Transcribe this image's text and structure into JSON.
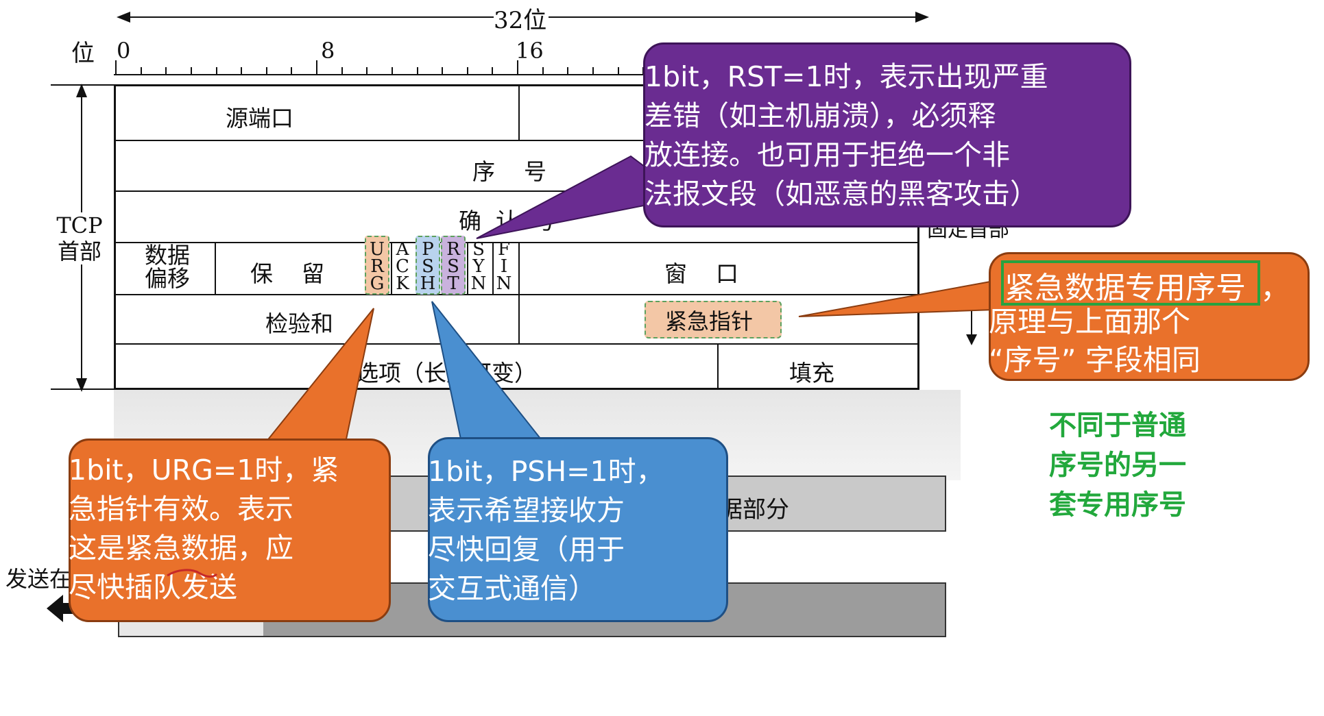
{
  "diagram": {
    "ruler": {
      "bit_label": "位",
      "width_label": "32位",
      "marks": [
        "0",
        "8",
        "16"
      ]
    },
    "side": {
      "tcp_label_line1": "TCP",
      "tcp_label_line2": "首部",
      "fixed_header_label": "固定首部"
    },
    "fields": {
      "src_port": "源端口",
      "seq": "序    号",
      "ack": "确  认  号",
      "data_offset_line1": "数据",
      "data_offset_line2": "偏移",
      "reserved": "保    留",
      "window": "窗    口",
      "checksum": "检验和",
      "urgent_ptr": "紧急指针",
      "options": "选项（长度可变）",
      "padding": "填充"
    },
    "flags": [
      {
        "name": "URG",
        "letters": "U\nR\nG",
        "color": "#f3c7a6"
      },
      {
        "name": "ACK",
        "letters": "A\nC\nK",
        "color": ""
      },
      {
        "name": "PSH",
        "letters": "P\nS\nH",
        "color": "#b9d3ee"
      },
      {
        "name": "RST",
        "letters": "R\nS\nT",
        "color": "#c9b2dd"
      },
      {
        "name": "SYN",
        "letters": "S\nY\nN",
        "color": ""
      },
      {
        "name": "FIN",
        "letters": "F\nI\nN",
        "color": ""
      }
    ],
    "lower": {
      "data_part": "数据部分",
      "send_label": "发送在"
    }
  },
  "callouts": {
    "rst": {
      "lines": [
        "1bit，RST=1时，表示出现严重",
        "差错（如主机崩溃），必须释",
        "放连接。也可用于拒绝一个非",
        "法报文段（如恶意的黑客攻击）"
      ],
      "color": "#6a2c91"
    },
    "urgent_seq": {
      "highlight": "紧急数据专用序号",
      "rest_line1": "，",
      "lines": [
        "原理与上面那个",
        "“序号” 字段相同"
      ],
      "color": "#e9712b"
    },
    "urg": {
      "lines": [
        "1bit，URG=1时，紧",
        "急指针有效。表示",
        "这是紧急数据，应",
        "尽快插队发送"
      ],
      "color": "#e9712b"
    },
    "psh": {
      "lines": [
        "1bit，PSH=1时，",
        "表示希望接收方",
        "尽快回复（用于",
        "交互式通信）"
      ],
      "color": "#4a8fd0"
    }
  },
  "note": {
    "lines": [
      "不同于普通",
      "序号的另一",
      "套专用序号"
    ],
    "color": "#22a83c"
  }
}
